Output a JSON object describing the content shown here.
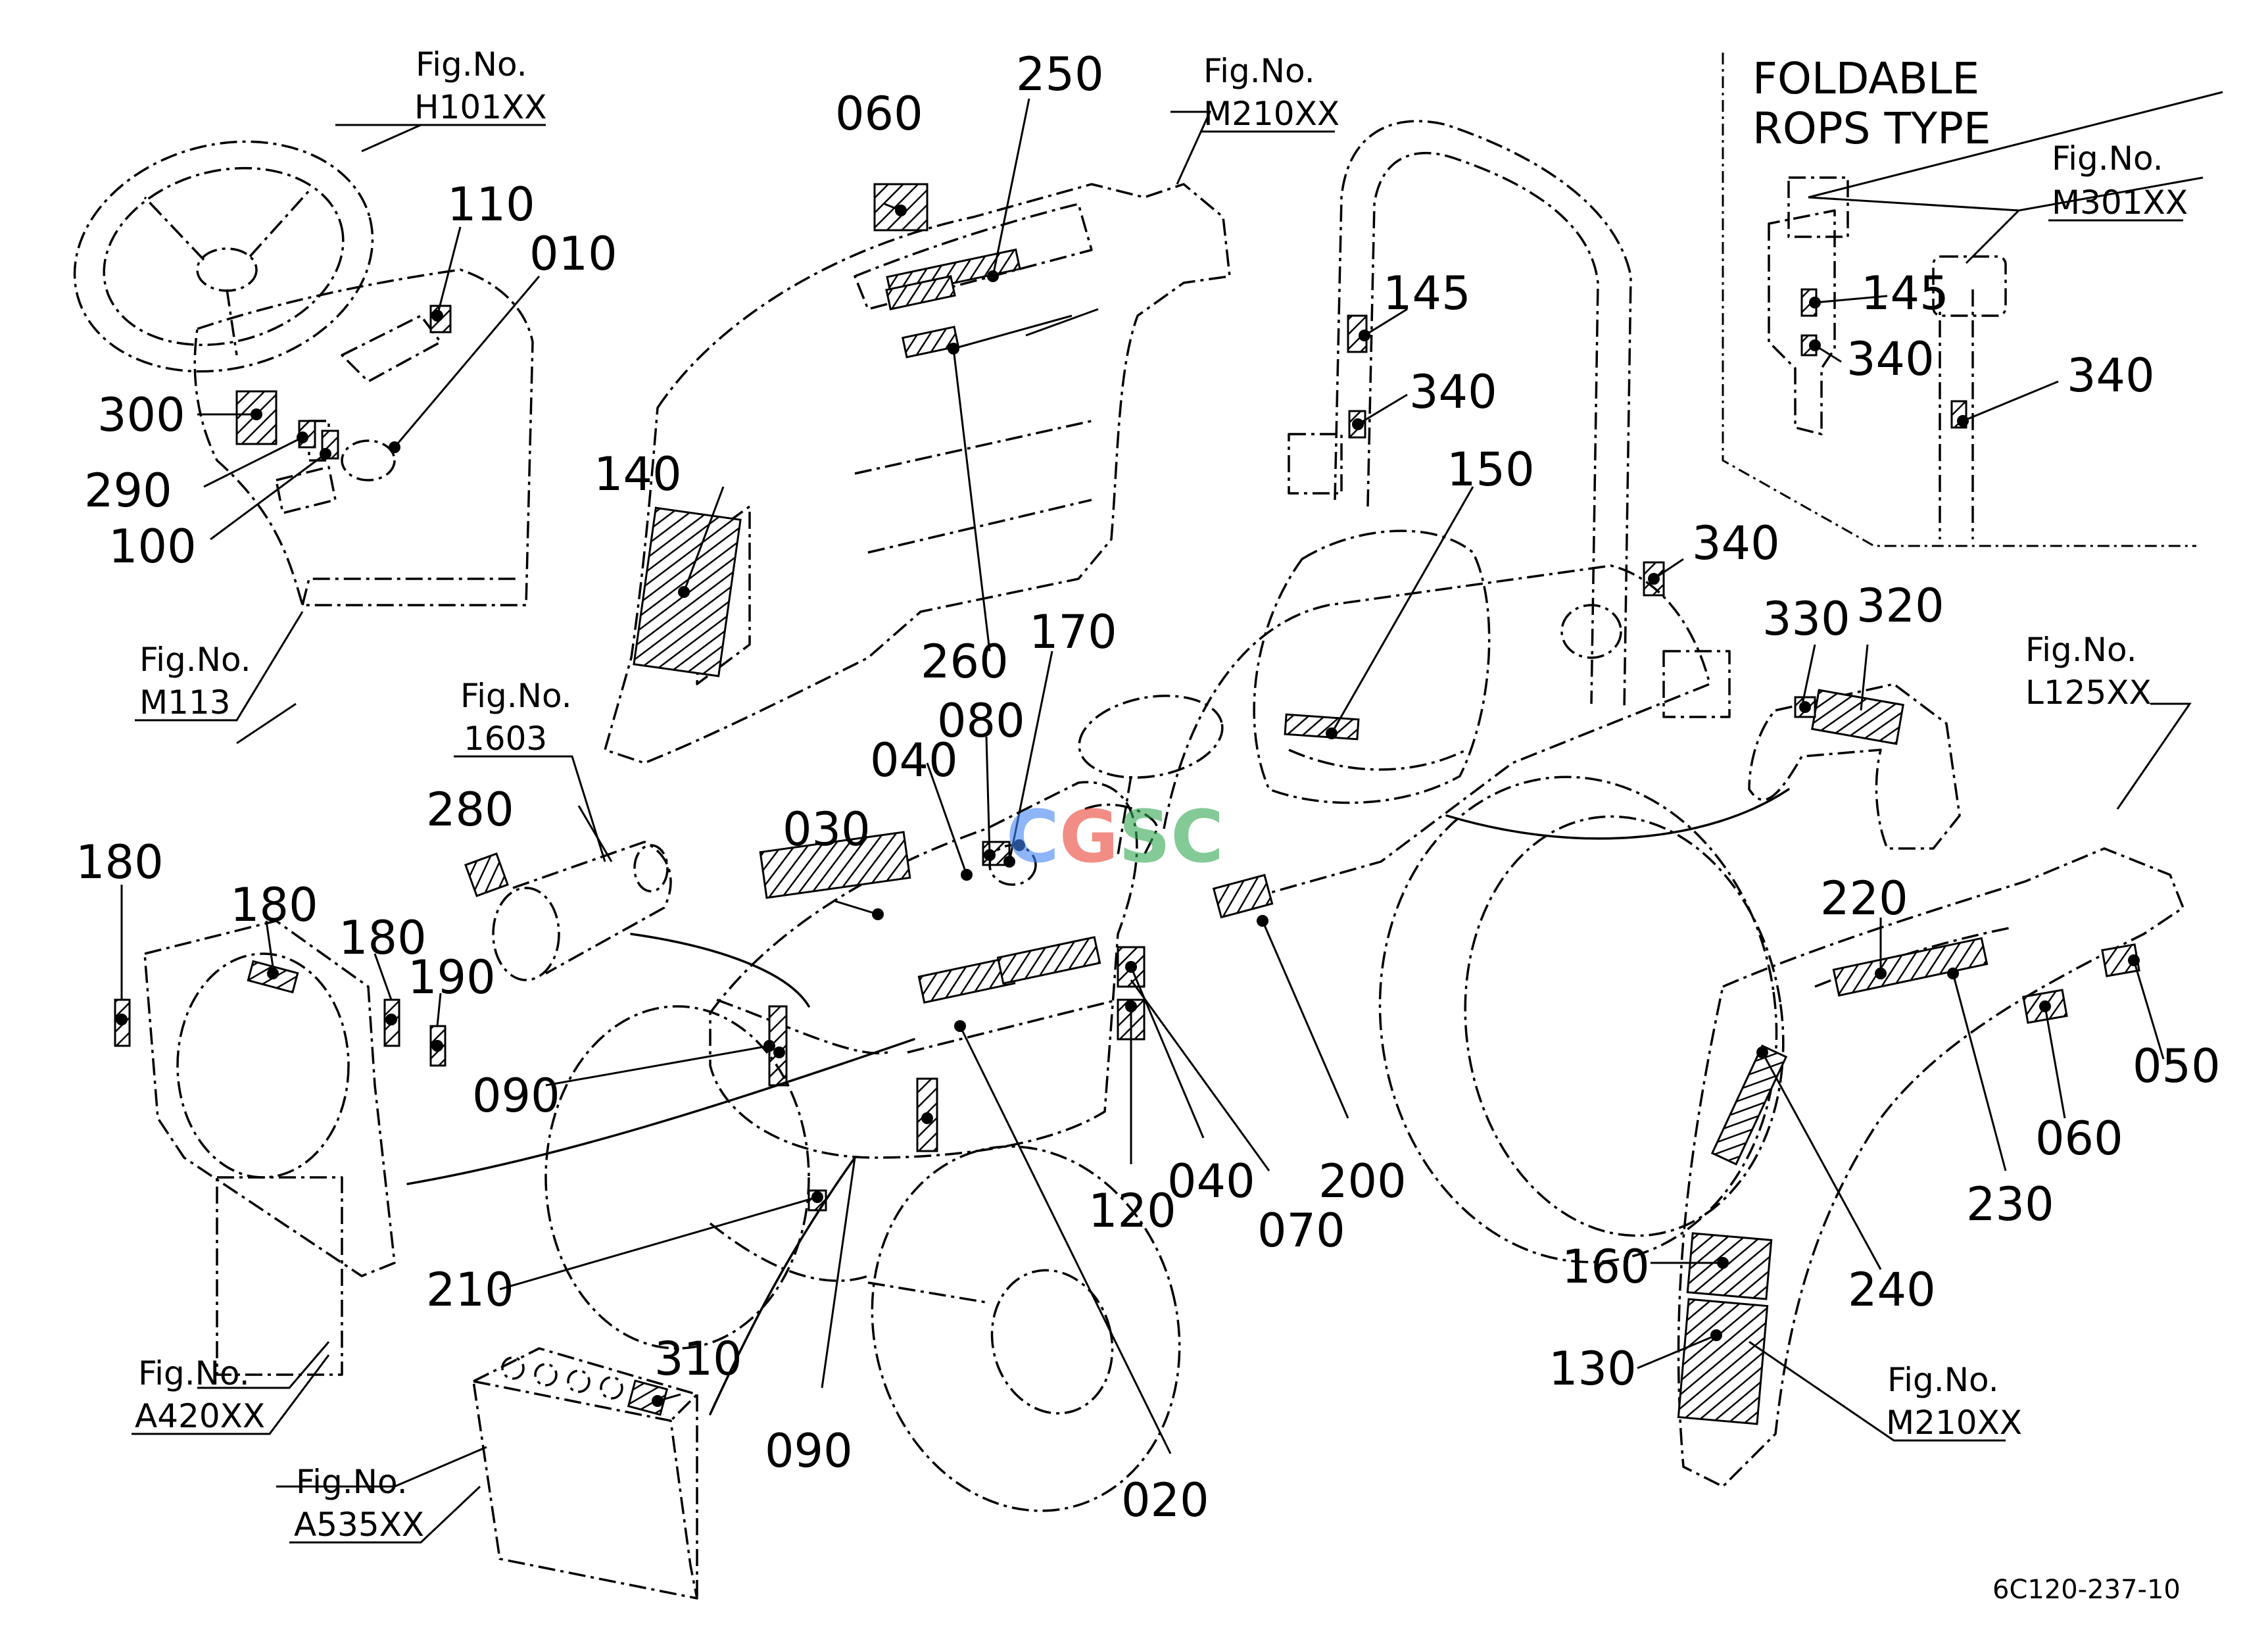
{
  "ref_labels": [
    {
      "line1": "Fig.No.",
      "line2": "H101XX"
    },
    {
      "line1": "Fig.No.",
      "line2": "M210XX"
    },
    {
      "line1": "Fig.No.",
      "line2": "M301XX"
    },
    {
      "line1": "Fig.No.",
      "line2": "M113"
    },
    {
      "line1": "Fig.No.",
      "line2": "1603"
    },
    {
      "line1": "Fig.No.",
      "line2": "L125XX"
    },
    {
      "line1": "Fig.No.",
      "line2": "A420XX"
    },
    {
      "line1": "Fig.No.",
      "line2": "A535XX"
    },
    {
      "line1": "Fig.No.",
      "line2": "M210XX"
    }
  ],
  "inset": {
    "title_line1": "FOLDABLE",
    "title_line2": "ROPS  TYPE"
  },
  "part_numbers": [
    "060",
    "250",
    "110",
    "010",
    "300",
    "290",
    "100",
    "140",
    "260",
    "145",
    "340",
    "150",
    "340",
    "170",
    "080",
    "040",
    "030",
    "280",
    "180",
    "180",
    "180",
    "190",
    "090",
    "330",
    "320",
    "220",
    "050",
    "060",
    "230",
    "240",
    "160",
    "130",
    "120",
    "040",
    "070",
    "200",
    "210",
    "310",
    "090",
    "020",
    "145",
    "340",
    "340"
  ],
  "watermark": "CGSC",
  "doc_code": "6C120-237-10"
}
